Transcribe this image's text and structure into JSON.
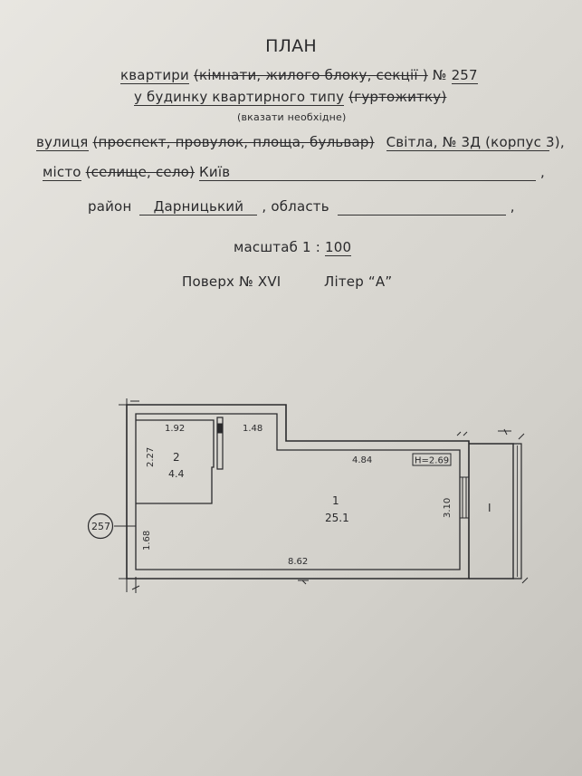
{
  "header": {
    "title": "ПЛАН",
    "line1_a": "квартири",
    "line1_strike": "(кімнати, жилого блоку, секції )",
    "line1_no": "№",
    "line1_num": "257",
    "line2_a": "у будинку квартирного типу",
    "line2_strike": "(гуртожитку)",
    "hint": "(вказати необхідне)"
  },
  "address": {
    "street_label": "вулиця",
    "street_strike": "(проспект, провулок, площа, бульвар)",
    "street_value": "Світла, № 3Д (корпус 3),",
    "city_label": "місто",
    "city_strike": "(селище, село)",
    "city_value": "Київ",
    "district_label": "район",
    "district_value": "Дарницький",
    "region_label": ", область",
    "comma": ","
  },
  "scale": {
    "label": "масштаб 1 :",
    "value": "100"
  },
  "floor": {
    "label": "Поверх № XVI",
    "letter": "Літер “А”"
  },
  "plan": {
    "room2": {
      "number": "2",
      "area": "4.4"
    },
    "room1": {
      "number": "1",
      "area": "25.1"
    },
    "balcony": {
      "number": "I"
    },
    "dims": {
      "r2_width": "1.92",
      "r2_height": "2.27",
      "corridor_width": "1.48",
      "top_right": "4.84",
      "ceiling": "H=2.69",
      "right_height": "3.10",
      "left_height": "1.68",
      "bottom": "8.62"
    },
    "apartment_tag": "257"
  }
}
